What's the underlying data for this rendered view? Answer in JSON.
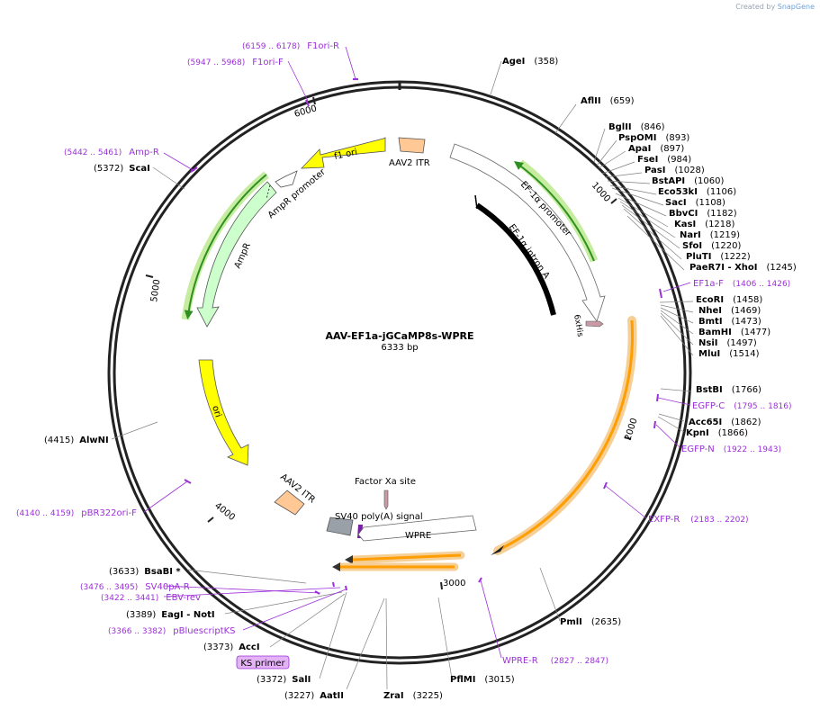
{
  "app": {
    "watermark_prefix": "Created by",
    "watermark_brand": "SnapGene"
  },
  "plasmid": {
    "name": "AAV-EF1a-jGCaMP8s-WPRE",
    "length_label": "6333 bp"
  },
  "ticks": [
    "1000",
    "2000",
    "3000",
    "4000",
    "5000",
    "6000"
  ],
  "features": [
    {
      "label": "AAV2 ITR",
      "color": "#ffc895"
    },
    {
      "label": "EF-1α promoter",
      "color": "#ffffff"
    },
    {
      "label": "EF-1α intron A",
      "color": "#000000"
    },
    {
      "label": "6xHis",
      "color": "#c99aa5"
    },
    {
      "label": "f1 ori",
      "color": "#ffff00"
    },
    {
      "label": "AmpR promoter",
      "color": "#ffffff"
    },
    {
      "label": "AmpR",
      "color": "#ccffcc"
    },
    {
      "label": "ori",
      "color": "#ffff00"
    },
    {
      "label": "AAV2 ITR",
      "color": "#ffc895"
    },
    {
      "label": "Factor Xa site",
      "color": "#c99aa5"
    },
    {
      "label": "SV40 poly(A) signal",
      "color": "#9aa0a8"
    },
    {
      "label": "WPRE",
      "color": "#ffffff"
    }
  ],
  "enzymes_right": [
    {
      "name": "AgeI",
      "pos": "(358)"
    },
    {
      "name": "AflII",
      "pos": "(659)"
    },
    {
      "name": "BglII",
      "pos": "(846)"
    },
    {
      "name": "PspOMI",
      "pos": "(893)"
    },
    {
      "name": "ApaI",
      "pos": "(897)"
    },
    {
      "name": "FseI",
      "pos": "(984)"
    },
    {
      "name": "PasI",
      "pos": "(1028)"
    },
    {
      "name": "BstAPI",
      "pos": "(1060)"
    },
    {
      "name": "Eco53kI",
      "pos": "(1106)"
    },
    {
      "name": "SacI",
      "pos": "(1108)"
    },
    {
      "name": "BbvCI",
      "pos": "(1182)"
    },
    {
      "name": "KasI",
      "pos": "(1218)"
    },
    {
      "name": "NarI",
      "pos": "(1219)"
    },
    {
      "name": "SfoI",
      "pos": "(1220)"
    },
    {
      "name": "PluTI",
      "pos": "(1222)"
    },
    {
      "name": "PaeR7I",
      "extra": " - XhoI",
      "pos": "(1245)"
    },
    {
      "name": "EcoRI",
      "pos": "(1458)"
    },
    {
      "name": "NheI",
      "pos": "(1469)"
    },
    {
      "name": "BmtI",
      "pos": "(1473)"
    },
    {
      "name": "BamHI",
      "pos": "(1477)"
    },
    {
      "name": "NsiI",
      "pos": "(1497)"
    },
    {
      "name": "MluI",
      "pos": "(1514)"
    },
    {
      "name": "BstBI",
      "pos": "(1766)"
    },
    {
      "name": "Acc65I",
      "pos": "(1862)"
    },
    {
      "name": "KpnI",
      "pos": "(1866)"
    },
    {
      "name": "PmlI",
      "pos": "(2635)"
    },
    {
      "name": "PflMI",
      "pos": "(3015)"
    },
    {
      "name": "ZraI",
      "pos": "(3225)"
    }
  ],
  "enzymes_left": [
    {
      "name": "AatII",
      "pos": "(3227)"
    },
    {
      "name": "SalI",
      "pos": "(3372)"
    },
    {
      "name": "AccI",
      "pos": "(3373)"
    },
    {
      "name": "EagI",
      "extra": " - NotI",
      "pos": "(3389)"
    },
    {
      "name": "BsaBI",
      "extra": " *",
      "pos": "(3633)"
    },
    {
      "name": "AlwNI",
      "pos": "(4415)"
    },
    {
      "name": "ScaI",
      "pos": "(5372)"
    }
  ],
  "primers_right": [
    {
      "name": "EF1a-F",
      "range": "(1406 .. 1426)"
    },
    {
      "name": "EGFP-C",
      "range": "(1795 .. 1816)"
    },
    {
      "name": "EGFP-N",
      "range": "(1922 .. 1943)"
    },
    {
      "name": "EXFP-R",
      "range": "(2183 .. 2202)"
    },
    {
      "name": "WPRE-R",
      "range": "(2827 .. 2847)"
    }
  ],
  "primers_left": [
    {
      "name": "pBluescriptKS",
      "range": "(3366 .. 3382)"
    },
    {
      "name": "EBV-rev",
      "range": "(3422 .. 3441)"
    },
    {
      "name": "SV40pA-R",
      "range": "(3476 .. 3495)"
    },
    {
      "name": "pBR322ori-F",
      "range": "(4140 .. 4159)"
    },
    {
      "name": "Amp-R",
      "range": "(5442 .. 5461)"
    },
    {
      "name": "F1ori-F",
      "range": "(5947 .. 5968)"
    },
    {
      "name": "F1ori-R",
      "range": "(6159 .. 6178)"
    }
  ],
  "tag": {
    "label": "KS primer"
  },
  "colors": {
    "backbone": "#222222",
    "primer": "#9b30d8",
    "leader": "#808080",
    "orf_fill": "#ff9e00",
    "orf_glow": "#f6cf96",
    "green_arrow": "#2f8f22",
    "green_glow": "#c6ed9f"
  }
}
